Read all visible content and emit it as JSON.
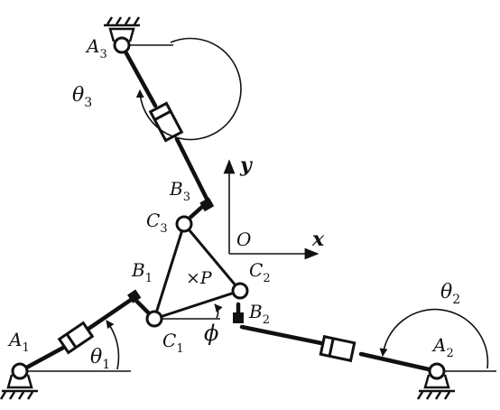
{
  "labels": {
    "A1": {
      "base": "A",
      "sub": "1"
    },
    "A2": {
      "base": "A",
      "sub": "2"
    },
    "A3": {
      "base": "A",
      "sub": "3"
    },
    "B1": {
      "base": "B",
      "sub": "1"
    },
    "B2": {
      "base": "B",
      "sub": "2"
    },
    "B3": {
      "base": "B",
      "sub": "3"
    },
    "C1": {
      "base": "C",
      "sub": "1"
    },
    "C2": {
      "base": "C",
      "sub": "2"
    },
    "C3": {
      "base": "C",
      "sub": "3"
    },
    "theta1": {
      "base": "θ",
      "sub": "1"
    },
    "theta2": {
      "base": "θ",
      "sub": "2"
    },
    "theta3": {
      "base": "θ",
      "sub": "3"
    },
    "phi": "ϕ",
    "P": "×P",
    "O": "O",
    "x": "x",
    "y": "y"
  },
  "colors": {
    "ink": "#111111",
    "background": "#ffffff"
  }
}
